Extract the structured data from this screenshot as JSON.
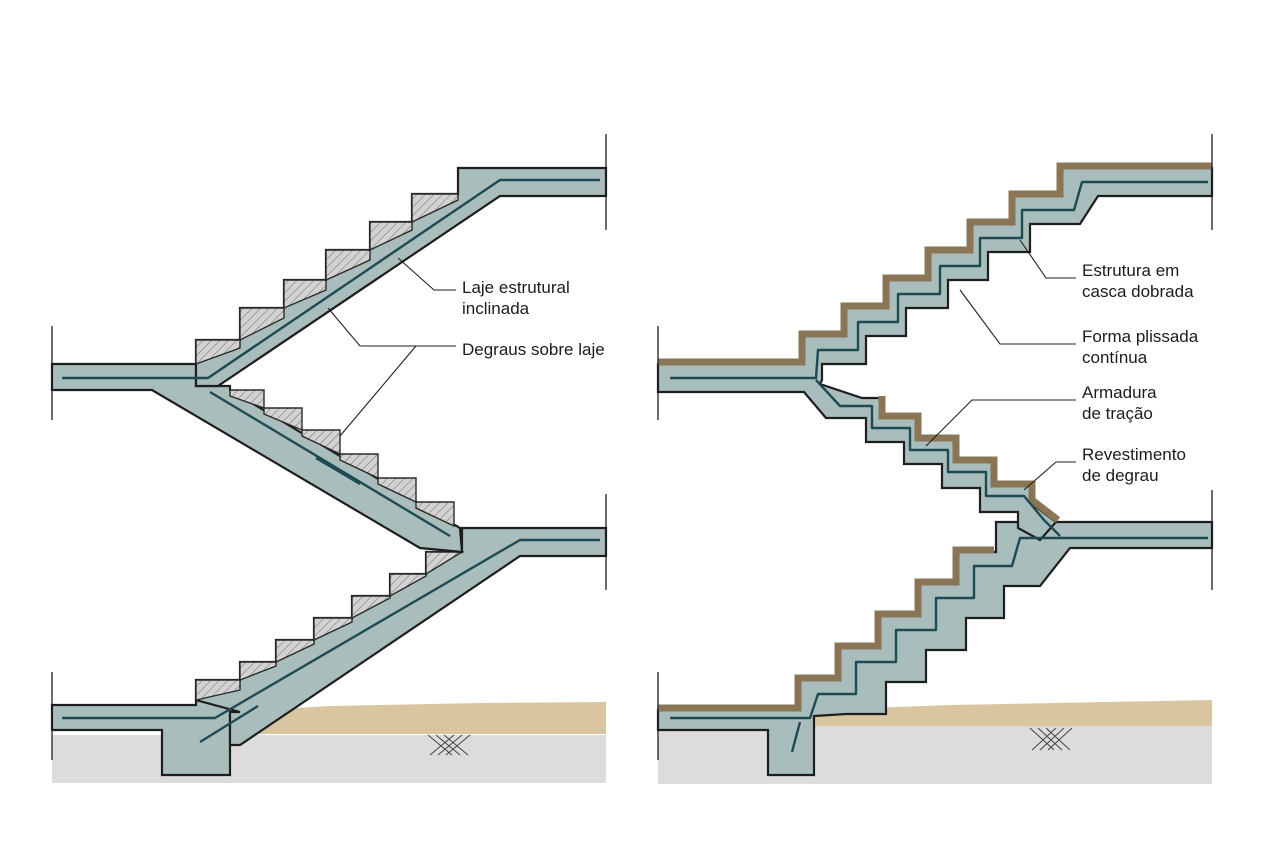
{
  "diagrams": [
    {
      "name": "left",
      "labels": {
        "l1_line1": "Laje estrutural",
        "l1_line2": "inclinada",
        "l2": "Degraus sobre laje"
      }
    },
    {
      "name": "right",
      "labels": {
        "l1_line1": "Estrutura em",
        "l1_line2": "casca dobrada",
        "l2_line1": "Forma plissada",
        "l2_line2": "contínua",
        "l3_line1": "Armadura",
        "l3_line2": "de tração",
        "l4_line1": "Revestimento",
        "l4_line2": "de degrau"
      }
    }
  ],
  "colors": {
    "concrete": "#a9bdbc",
    "rebar": "#1f4a52",
    "soil": "#d9c6a0",
    "ground": "#dcdcdc",
    "finish": "#8a7556"
  }
}
